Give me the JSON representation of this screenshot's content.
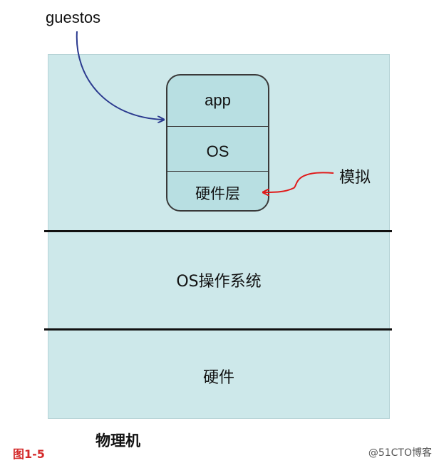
{
  "labels": {
    "guestos": "guestos",
    "emulate": "模拟",
    "physical_machine": "物理机",
    "figure": "图1-5",
    "watermark": "@51CTO博客"
  },
  "vm": {
    "app": "app",
    "os": "OS",
    "hardware_layer": "硬件层"
  },
  "layers": {
    "host_os": "OS操作系统",
    "hardware": "硬件"
  },
  "colors": {
    "machine_fill": "#cde8ea",
    "vm_fill": "#b8dfe2",
    "guest_arrow": "#2b3a8f",
    "emulate_arrow": "#e01b1b",
    "figure_label": "#d42a2a"
  }
}
